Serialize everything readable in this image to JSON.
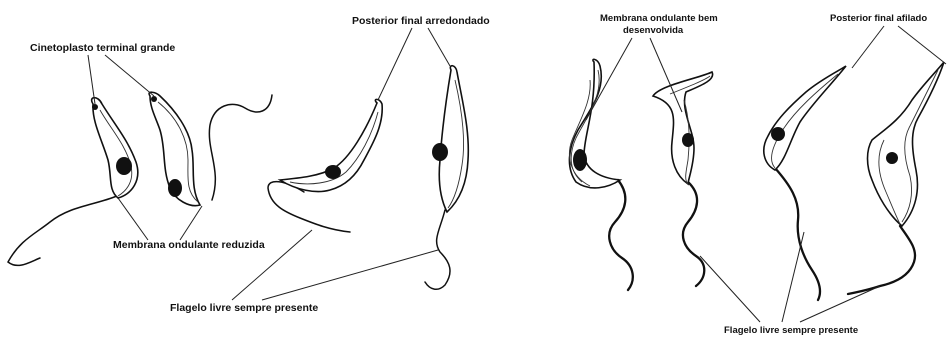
{
  "left_panel": {
    "label_kinetoplast": "Cinetoplasto terminal grande",
    "label_posterior": "Posterior final arredondado",
    "label_membrane": "Membrana ondulante reduzida",
    "label_flagellum": "Flagelo livre sempre presente"
  },
  "right_panel": {
    "label_membrane_line1": "Membrana ondulante bem",
    "label_membrane_line2": "desenvolvida",
    "label_posterior": "Posterior final afilado",
    "label_flagellum": "Flagelo livre sempre presente"
  }
}
